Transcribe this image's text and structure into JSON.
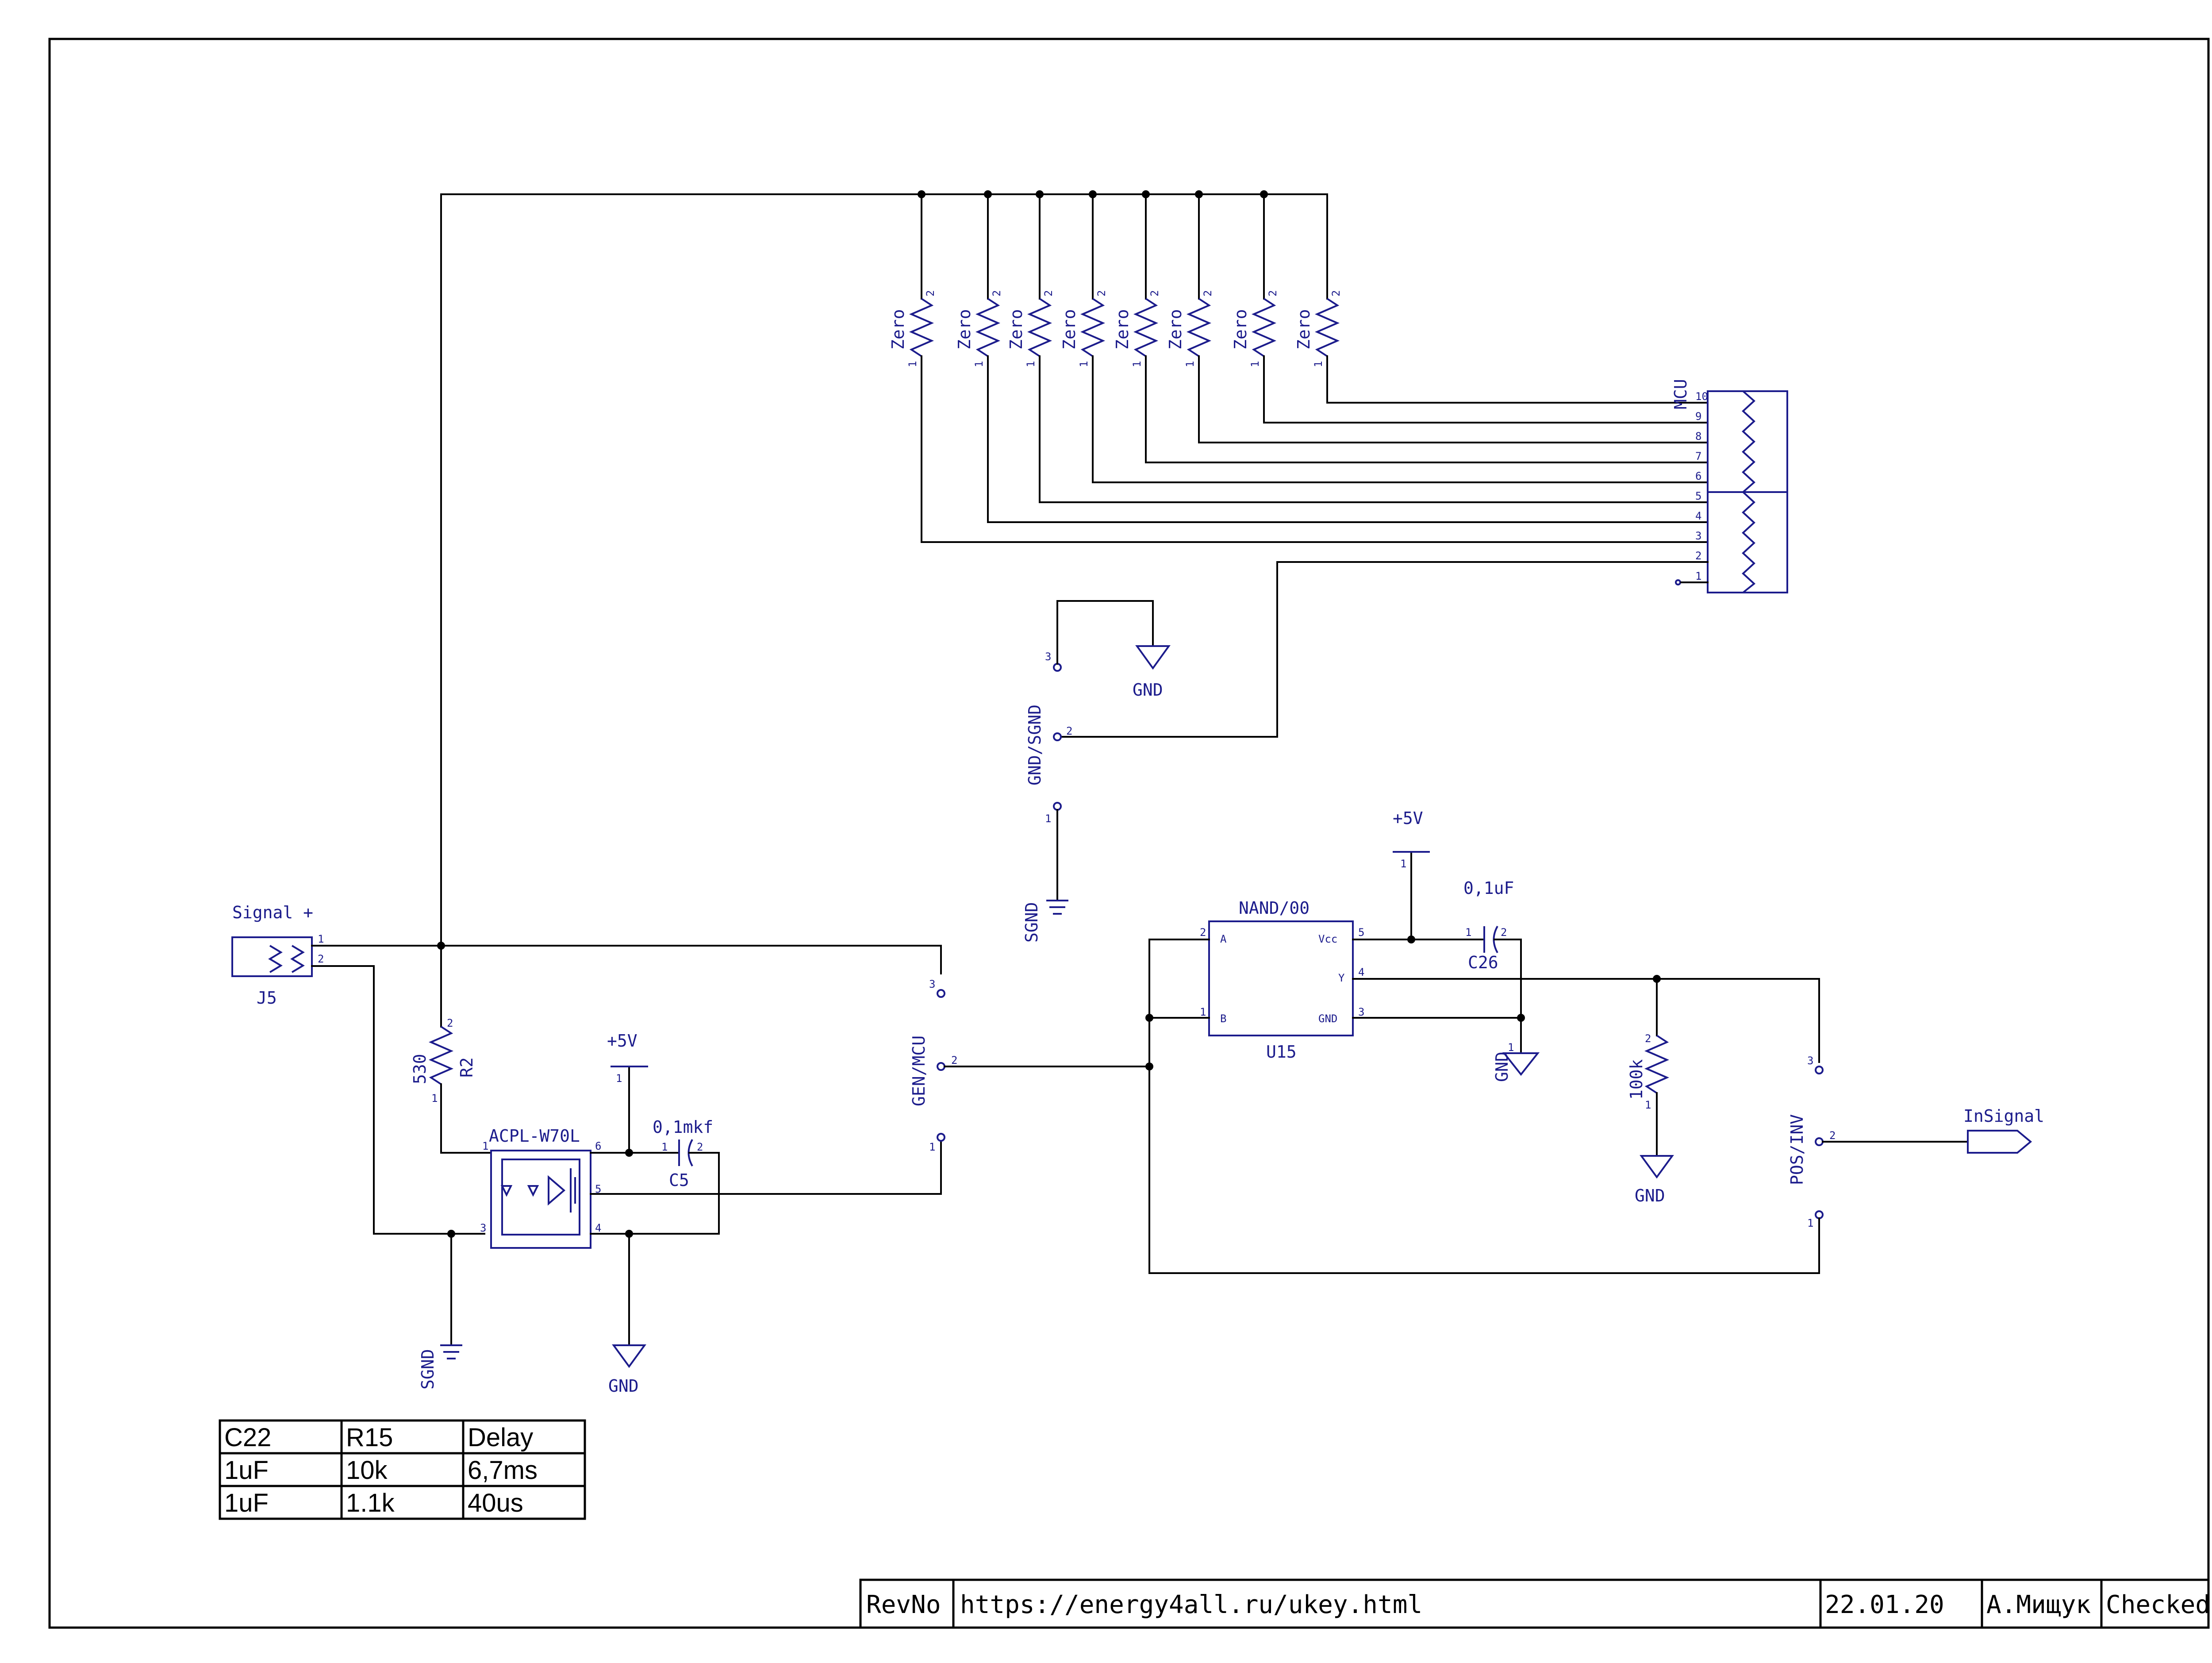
{
  "colors": {
    "wire": "#000000",
    "symbol": "#1c1c8c",
    "background": "#ffffff"
  },
  "resistors_zero": {
    "value": "Zero",
    "pin1": "1",
    "pin2": "2"
  },
  "mcu": {
    "name": "MCU",
    "pins": [
      "10",
      "9",
      "8",
      "7",
      "6",
      "5",
      "4",
      "3",
      "2",
      "1"
    ]
  },
  "gnd_sgnd_switch": {
    "name": "GND/SGND",
    "pins": [
      "3",
      "2",
      "1"
    ]
  },
  "gen_mcu_switch": {
    "name": "GEN/MCU",
    "pins": [
      "3",
      "2",
      "1"
    ]
  },
  "pos_inv_switch": {
    "name": "POS/INV",
    "pins": [
      "3",
      "2",
      "1"
    ]
  },
  "power": {
    "vcc": "+5V",
    "gnd": "GND",
    "sgnd": "SGND"
  },
  "connector": {
    "label": "Signal +",
    "ref": "J5",
    "pins": [
      "1",
      "2"
    ]
  },
  "r2": {
    "value": "530",
    "ref": "R2",
    "pins": [
      "1",
      "2"
    ]
  },
  "optocoupler": {
    "name": "ACPL-W70L",
    "pins": [
      "1",
      "3",
      "6",
      "5",
      "4"
    ]
  },
  "c5": {
    "value": "0,1mkf",
    "ref": "C5",
    "pins": [
      "1",
      "2"
    ]
  },
  "nand": {
    "name": "NAND/00",
    "ref": "U15",
    "pin_a": "A",
    "pin_b": "B",
    "pin_vcc": "Vcc",
    "pin_y": "Y",
    "pin_gnd": "GND",
    "nums": [
      "2",
      "1",
      "5",
      "4",
      "3"
    ]
  },
  "c26": {
    "value": "0,1uF",
    "ref": "C26",
    "pins": [
      "1",
      "2"
    ]
  },
  "r100k": {
    "value": "100k",
    "pins": [
      "2",
      "1"
    ]
  },
  "in_signal": {
    "label": "InSignal"
  },
  "gnd_pin_num": "1",
  "vcc_pin_num": "1",
  "delay_table": {
    "headers": [
      "C22",
      "R15",
      "Delay"
    ],
    "rows": [
      [
        "1uF",
        "10k",
        "6,7ms"
      ],
      [
        "1uF",
        "1.1k",
        "40us"
      ]
    ]
  },
  "title_block": {
    "rev": "RevNo",
    "url": "https://energy4all.ru/ukey.html",
    "date": "22.01.20",
    "author": "А.Мищук",
    "checked": "Checked"
  }
}
